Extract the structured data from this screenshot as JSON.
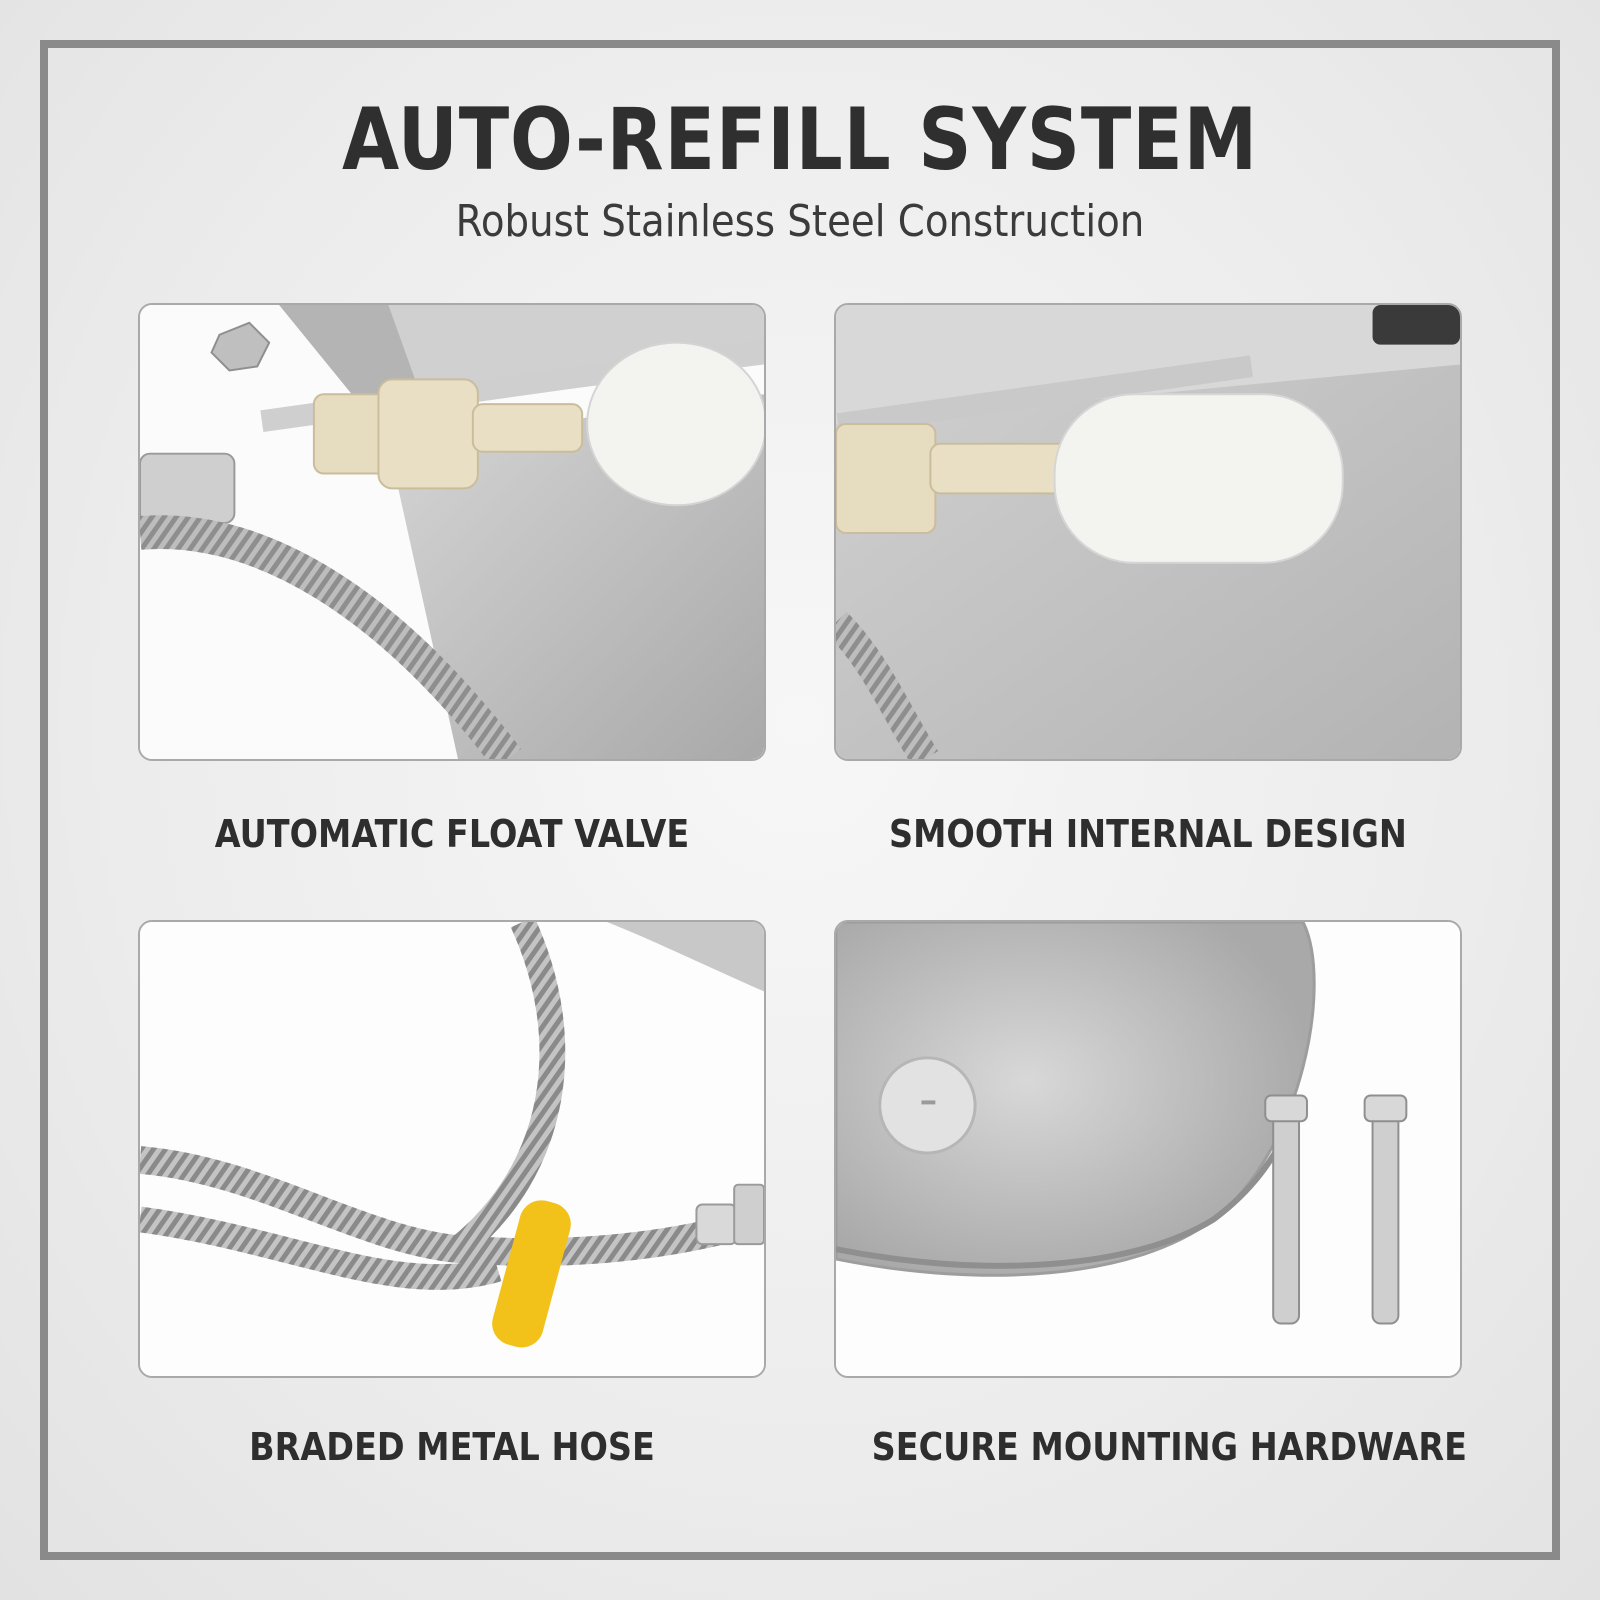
{
  "header": {
    "title": "AUTO-REFILL SYSTEM",
    "subtitle": "Robust Stainless Steel Construction"
  },
  "features": [
    {
      "label": "AUTOMATIC FLOAT VALVE",
      "image": "float-valve-closeup"
    },
    {
      "label": "SMOOTH INTERNAL DESIGN",
      "image": "bowl-interior-float"
    },
    {
      "label": "BRADED METAL HOSE",
      "image": "braided-hose"
    },
    {
      "label": "SECURE MOUNTING HARDWARE",
      "image": "bowl-and-expansion-bolts"
    }
  ],
  "colors": {
    "frame": "#8a8a8a",
    "text": "#2f2f2f",
    "steel": "#c9c9c9",
    "valve": "#e9dfc4",
    "float": "#f3f3f0",
    "clip": "#f2c21a"
  }
}
